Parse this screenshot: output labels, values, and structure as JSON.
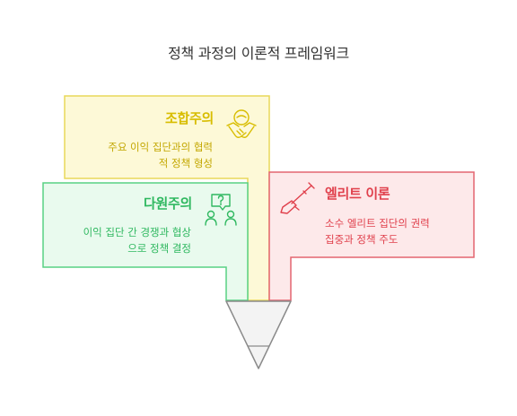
{
  "title": "정책 과정의 이론적 프레임워크",
  "colors": {
    "corporatism": {
      "fill": "#fdf9d7",
      "stroke": "#e9d85a",
      "text": "#d8bd00"
    },
    "pluralism": {
      "fill": "#e9faee",
      "stroke": "#59d184",
      "text": "#2fb860"
    },
    "elite": {
      "fill": "#fde9ea",
      "stroke": "#e36570",
      "text": "#e0404c"
    },
    "funnel": {
      "fill": "#f3f3f3",
      "stroke": "#8a8a8a"
    }
  },
  "boxes": {
    "corporatism": {
      "title": "조합주의",
      "desc": [
        "주요 이익 집단과의 협력",
        "적 정책 형성"
      ],
      "icon": "handshake-icon"
    },
    "pluralism": {
      "title": "다원주의",
      "desc": [
        "이익 집단 간 경쟁과 협상",
        "으로 정책 결정"
      ],
      "icon": "people-question-icon"
    },
    "elite": {
      "title": "엘리트 이론",
      "desc": [
        "소수 엘리트 집단의 권력",
        "집중과 정책 주도"
      ],
      "icon": "rifle-icon"
    }
  }
}
